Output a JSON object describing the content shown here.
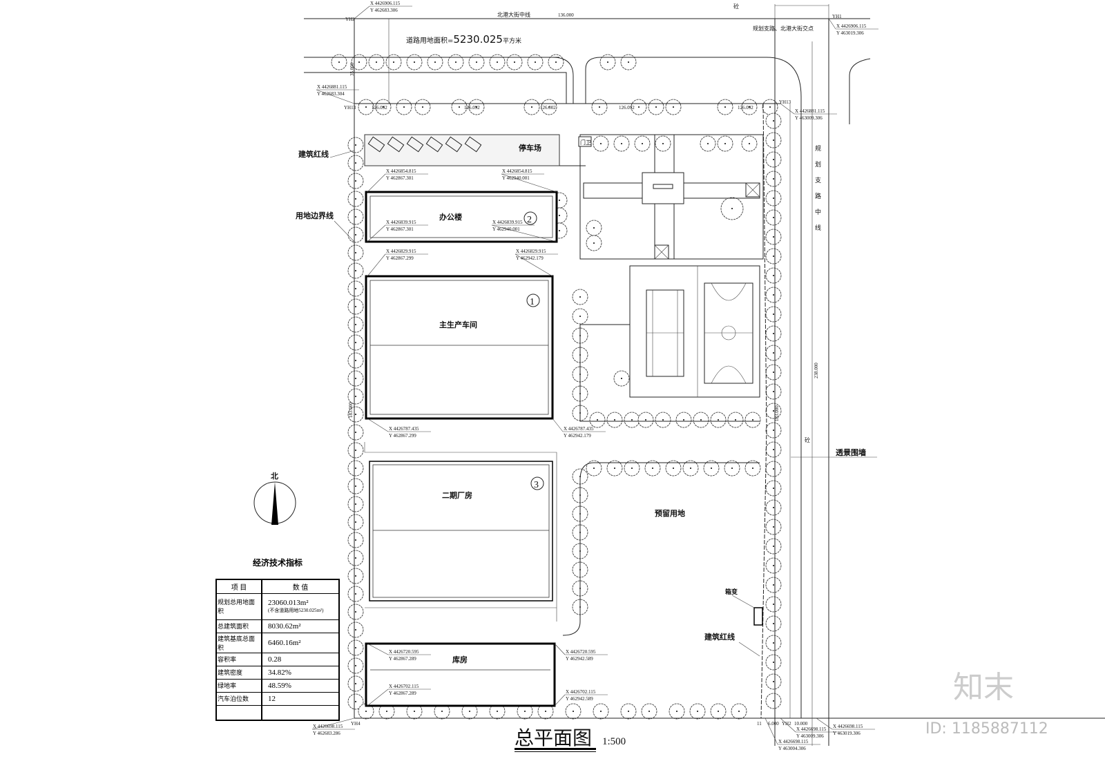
{
  "title": {
    "main": "总平面图",
    "scale": "1:500"
  },
  "road": {
    "north_centerline": "北港大街中线",
    "area_label": "道路用地面积=",
    "area_value": "5230.025",
    "area_unit": "平方米",
    "intersection": "规划支路、北港大街交点",
    "east_centerline": "规划支路中线",
    "concrete": "砼"
  },
  "dims": {
    "top": "136.000",
    "east": "238.000",
    "west_site": "183.000",
    "east_site": "183.000",
    "road_width": "35.000",
    "d1": "126.092",
    "d2": "126.092",
    "d3": "126.002",
    "d4": "126.092",
    "d5": "126.092",
    "bottom1": "6.000",
    "bottom2": "10.000"
  },
  "points": {
    "yh1": "YH1",
    "yh2": "YH2",
    "yh3w": "YH13",
    "yh3e": "YH13",
    "yh4": "YH4",
    "yh2b": "YH2",
    "b11": "11"
  },
  "labels": {
    "red_line": "建筑红线",
    "boundary": "用地边界线",
    "parking": "停车场",
    "guard": "门卫",
    "see_wall": "透景围墙",
    "transformer": "箱变",
    "red_line2": "建筑红线",
    "reserved": "预留用地",
    "north": "北"
  },
  "buildings": [
    {
      "name": "办公楼",
      "no": "2"
    },
    {
      "name": "主生产车间",
      "no": "1"
    },
    {
      "name": "二期厂房",
      "no": "3"
    },
    {
      "name": "库房",
      "no": ""
    }
  ],
  "coords": {
    "yh2": [
      "X 4426906.115",
      "Y 462683.306"
    ],
    "yh1": [
      "X 4426906.115",
      "Y 463019.306"
    ],
    "yh3w": [
      "X 4426881.115",
      "Y 462683.304"
    ],
    "yh3e": [
      "X 4426881.115",
      "Y 463009.306"
    ],
    "off_nw_top": [
      "X 4426854.815",
      "Y 462867.301"
    ],
    "off_ne_top": [
      "X 4426854.815",
      "Y 462940.001"
    ],
    "off_sw": [
      "X 4426839.915",
      "Y 462867.301"
    ],
    "off_se": [
      "X 4426839.915",
      "Y 462940.001"
    ],
    "main_nw": [
      "X 4426829.915",
      "Y 462867.299"
    ],
    "main_ne": [
      "X 4426829.915",
      "Y 462942.179"
    ],
    "main_sw": [
      "X 4426787.435",
      "Y 462867.299"
    ],
    "main_se": [
      "X 4426787.435",
      "Y 462942.179"
    ],
    "wh_nw": [
      "X 4426720.595",
      "Y 462867.289"
    ],
    "wh_ne": [
      "X 4426720.595",
      "Y 462942.589"
    ],
    "wh_sw": [
      "X 4426702.115",
      "Y 462867.289"
    ],
    "wh_se": [
      "X 4426702.115",
      "Y 462942.589"
    ],
    "yh4": [
      "X 4426698.115",
      "Y 462683.286"
    ],
    "b_mid": [
      "X 4426698.115",
      "Y 463004.306"
    ],
    "b_yh2": [
      "X 4426698.115",
      "Y 463009.306"
    ],
    "b_e": [
      "X 4426698.115",
      "Y 463019.306"
    ]
  },
  "table": {
    "title": "经济技术指标",
    "headers": [
      "项  目",
      "数  值"
    ],
    "rows": [
      {
        "item": "规划总用地面积",
        "value": "23060.013m²",
        "note": "(不含道路用地5230.025m²)"
      },
      {
        "item": "总建筑面积",
        "value": "8030.62m²"
      },
      {
        "item": "建筑基底总面积",
        "value": "6460.16m²"
      },
      {
        "item": "容积率",
        "value": "0.28"
      },
      {
        "item": "建筑密度",
        "value": "34.82%"
      },
      {
        "item": "绿地率",
        "value": "48.59%"
      },
      {
        "item": "汽车泊位数",
        "value": "12"
      }
    ]
  },
  "watermark": {
    "logo": "知末",
    "id": "ID: 1185887112"
  }
}
